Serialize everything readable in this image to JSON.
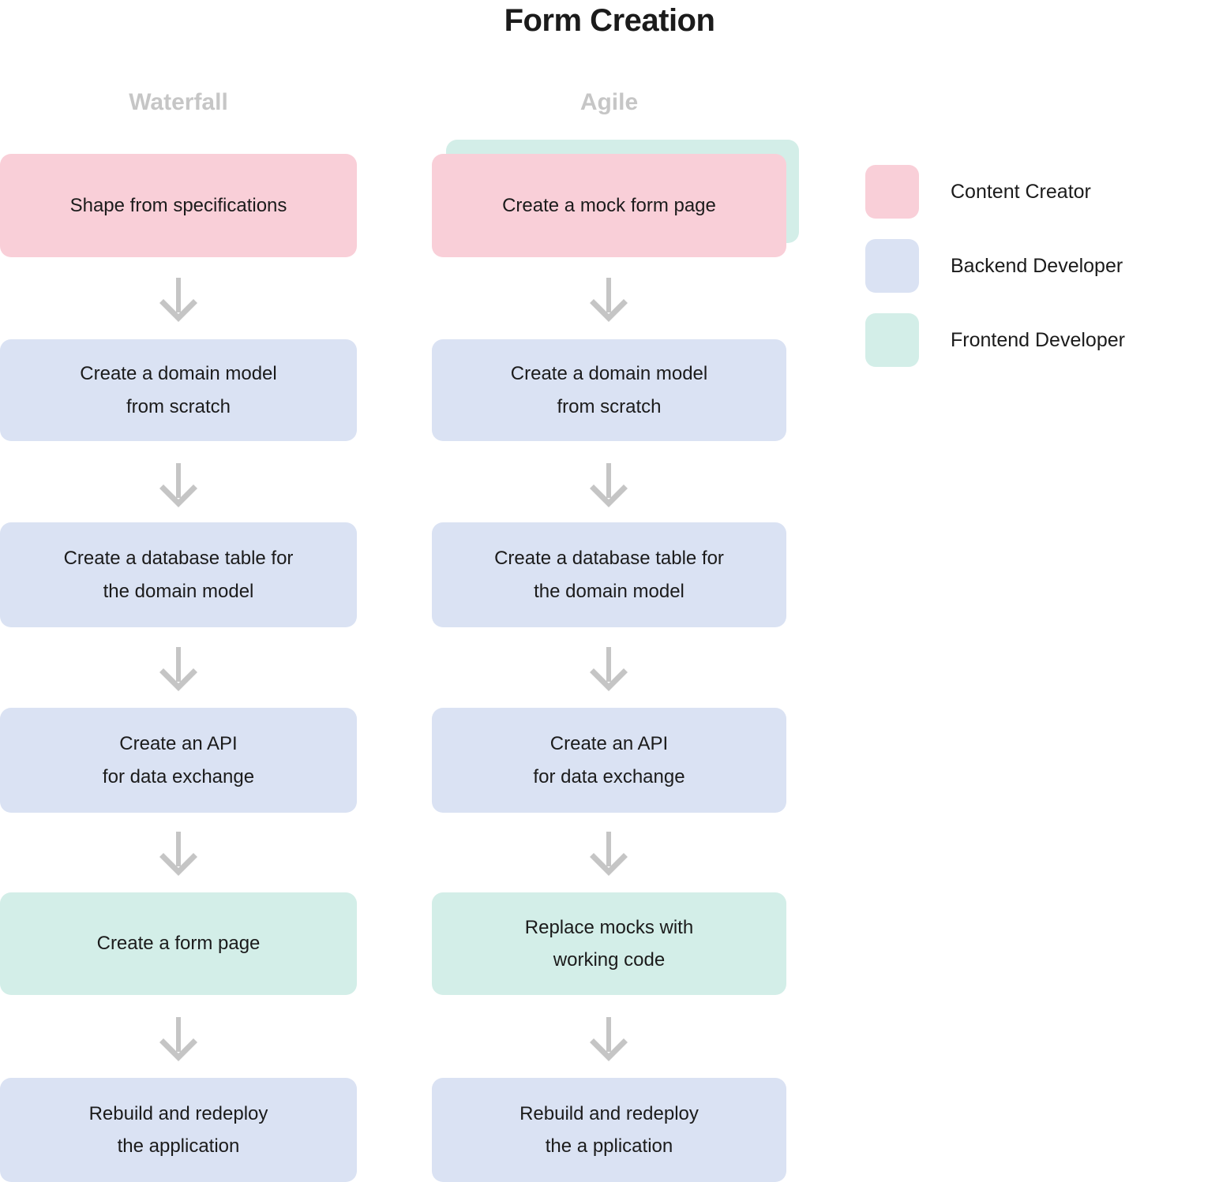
{
  "title": "Form Creation",
  "columns": [
    {
      "key": "waterfall",
      "label": "Waterfall"
    },
    {
      "key": "agile",
      "label": "Agile"
    }
  ],
  "colors": {
    "content_creator": "#f9cfd8",
    "backend_developer": "#dae2f3",
    "frontend_developer": "#d3eee8",
    "arrow": "#c5c5c5",
    "header_text": "#c6c6c6",
    "title_text": "#1b1b1b",
    "background": "#ffffff"
  },
  "legend": {
    "items": [
      {
        "label": "Content Creator",
        "color": "#f9cfd8",
        "role": "content-creator"
      },
      {
        "label": "Backend Developer",
        "color": "#dae2f3",
        "role": "backend-developer"
      },
      {
        "label": "Frontend Developer",
        "color": "#d3eee8",
        "role": "frontend-developer"
      }
    ]
  },
  "waterfall": {
    "steps": [
      {
        "text": "Shape from specifications",
        "role": "content-creator"
      },
      {
        "text": "Create a domain model\nfrom scratch",
        "role": "backend-developer"
      },
      {
        "text": "Create a database table for\nthe domain model",
        "role": "backend-developer"
      },
      {
        "text": "Create an API\nfor data exchange",
        "role": "backend-developer"
      },
      {
        "text": "Create a form page",
        "role": "frontend-developer"
      },
      {
        "text": "Rebuild and redeploy\nthe application",
        "role": "backend-developer"
      }
    ]
  },
  "agile": {
    "stacked_ghost_role": "frontend-developer",
    "steps": [
      {
        "text": "Create a mock form page",
        "role": "content-creator"
      },
      {
        "text": "Create a domain model\nfrom scratch",
        "role": "backend-developer"
      },
      {
        "text": "Create a database table for\nthe domain model",
        "role": "backend-developer"
      },
      {
        "text": "Create an API\nfor data exchange",
        "role": "backend-developer"
      },
      {
        "text": "Replace mocks with\nworking code",
        "role": "frontend-developer"
      },
      {
        "text": "Rebuild and redeploy\nthe a pplication",
        "role": "backend-developer"
      }
    ]
  },
  "arrows": {
    "glyph": "down-arrow",
    "count_per_column": 5
  }
}
